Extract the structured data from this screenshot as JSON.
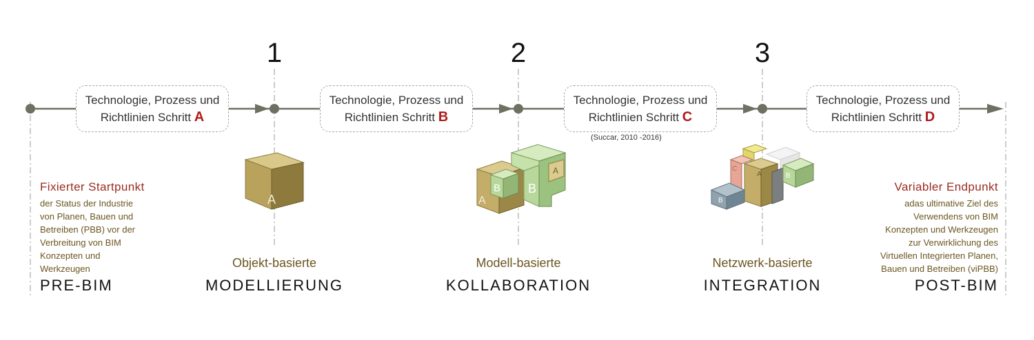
{
  "stages": [
    {
      "number": "1",
      "sub_label": "Objekt-basierte",
      "label": "MODELLIERUNG"
    },
    {
      "number": "2",
      "sub_label": "Modell-basierte",
      "label": "KOLLABORATION"
    },
    {
      "number": "3",
      "sub_label": "Netzwerk-basierte",
      "label": "INTEGRATION"
    }
  ],
  "steps": [
    {
      "line1": "Technologie, Prozess und",
      "line2": "Richtlinien Schritt",
      "letter": "A"
    },
    {
      "line1": "Technologie, Prozess und",
      "line2": "Richtlinien Schritt",
      "letter": "B"
    },
    {
      "line1": "Technologie, Prozess und",
      "line2": "Richtlinien Schritt",
      "letter": "C"
    },
    {
      "line1": "Technologie, Prozess und",
      "line2": "Richtlinien Schritt",
      "letter": "D"
    }
  ],
  "citation": "(Succar, 2010 -2016)",
  "start": {
    "title": "Fixierter Startpunkt",
    "desc": [
      "der Status der Industrie",
      "von Planen, Bauen und",
      "Betreiben (PBB) vor der",
      "Verbreitung von BIM",
      "Konzepten und",
      "Werkzeugen"
    ],
    "label": "PRE-BIM"
  },
  "end": {
    "title": "Variabler Endpunkt",
    "desc": [
      "adas ultimative Ziel des",
      "Verwendens von BIM",
      "Konzepten und Werkzeugen",
      "zur Verwirklichung des",
      "Virtuellen Integrierten Planen,",
      "Bauen und Betreiben (viPBB)"
    ],
    "label": "POST-BIM"
  },
  "cube_labels": {
    "cube1": "A",
    "cube2": [
      "A",
      "B",
      "B",
      "A"
    ],
    "cube3": [
      "C",
      "A",
      "B",
      "B"
    ]
  },
  "colors": {
    "line": "#6f6f62",
    "accent_red": "#b01c1c",
    "title_red": "#9b2a1f",
    "desc_brown": "#6b5620",
    "cube_tan": "#c9b46e",
    "cube_green": "#b7d89a",
    "cube_blue": "#8fa2ad",
    "cube_pink": "#e6a595"
  }
}
